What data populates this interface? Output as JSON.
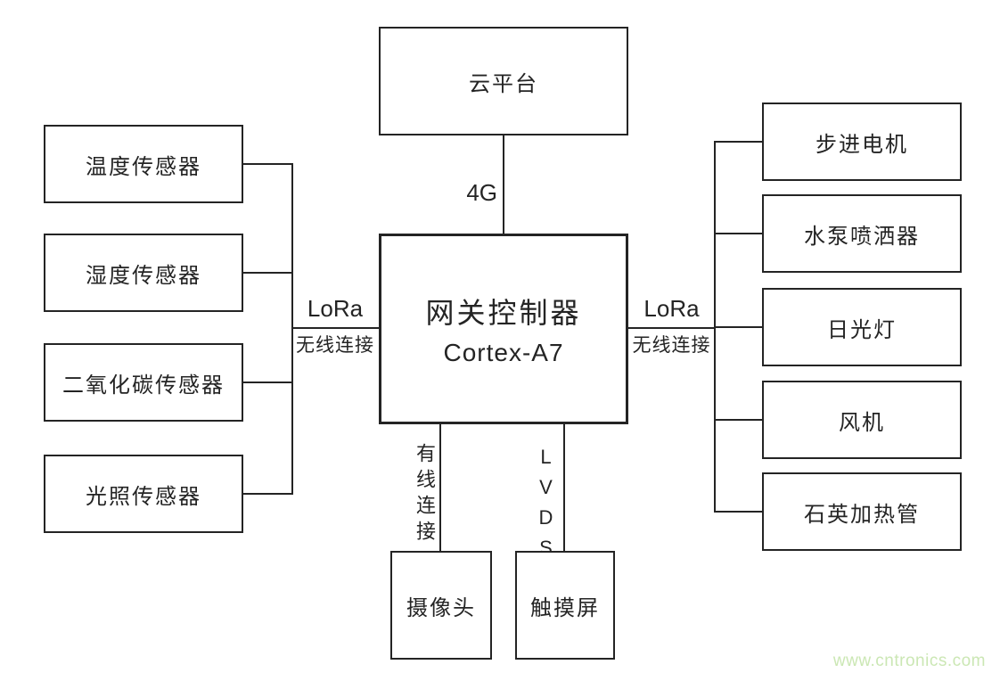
{
  "diagram": {
    "cloud": {
      "label": "云平台"
    },
    "link_4g": {
      "label": "4G"
    },
    "gateway": {
      "title": "网关控制器",
      "subtitle": "Cortex-A7"
    },
    "left_link": {
      "protocol": "LoRa",
      "type": "无线连接"
    },
    "right_link": {
      "protocol": "LoRa",
      "type": "无线连接"
    },
    "sensors": [
      {
        "label": "温度传感器"
      },
      {
        "label": "湿度传感器"
      },
      {
        "label": "二氧化碳传感器"
      },
      {
        "label": "光照传感器"
      }
    ],
    "actuators": [
      {
        "label": "步进电机"
      },
      {
        "label": "水泵喷洒器"
      },
      {
        "label": "日光灯"
      },
      {
        "label": "风机"
      },
      {
        "label": "石英加热管"
      }
    ],
    "camera": {
      "label": "摄像头",
      "link_label": "有线连接"
    },
    "touchscreen": {
      "label": "触摸屏",
      "link_label": "LVDS"
    },
    "watermark": "www.cntronics.com"
  },
  "colors": {
    "line": "#242424",
    "background": "#ffffff",
    "watermark_green": "#cbe7b4"
  }
}
